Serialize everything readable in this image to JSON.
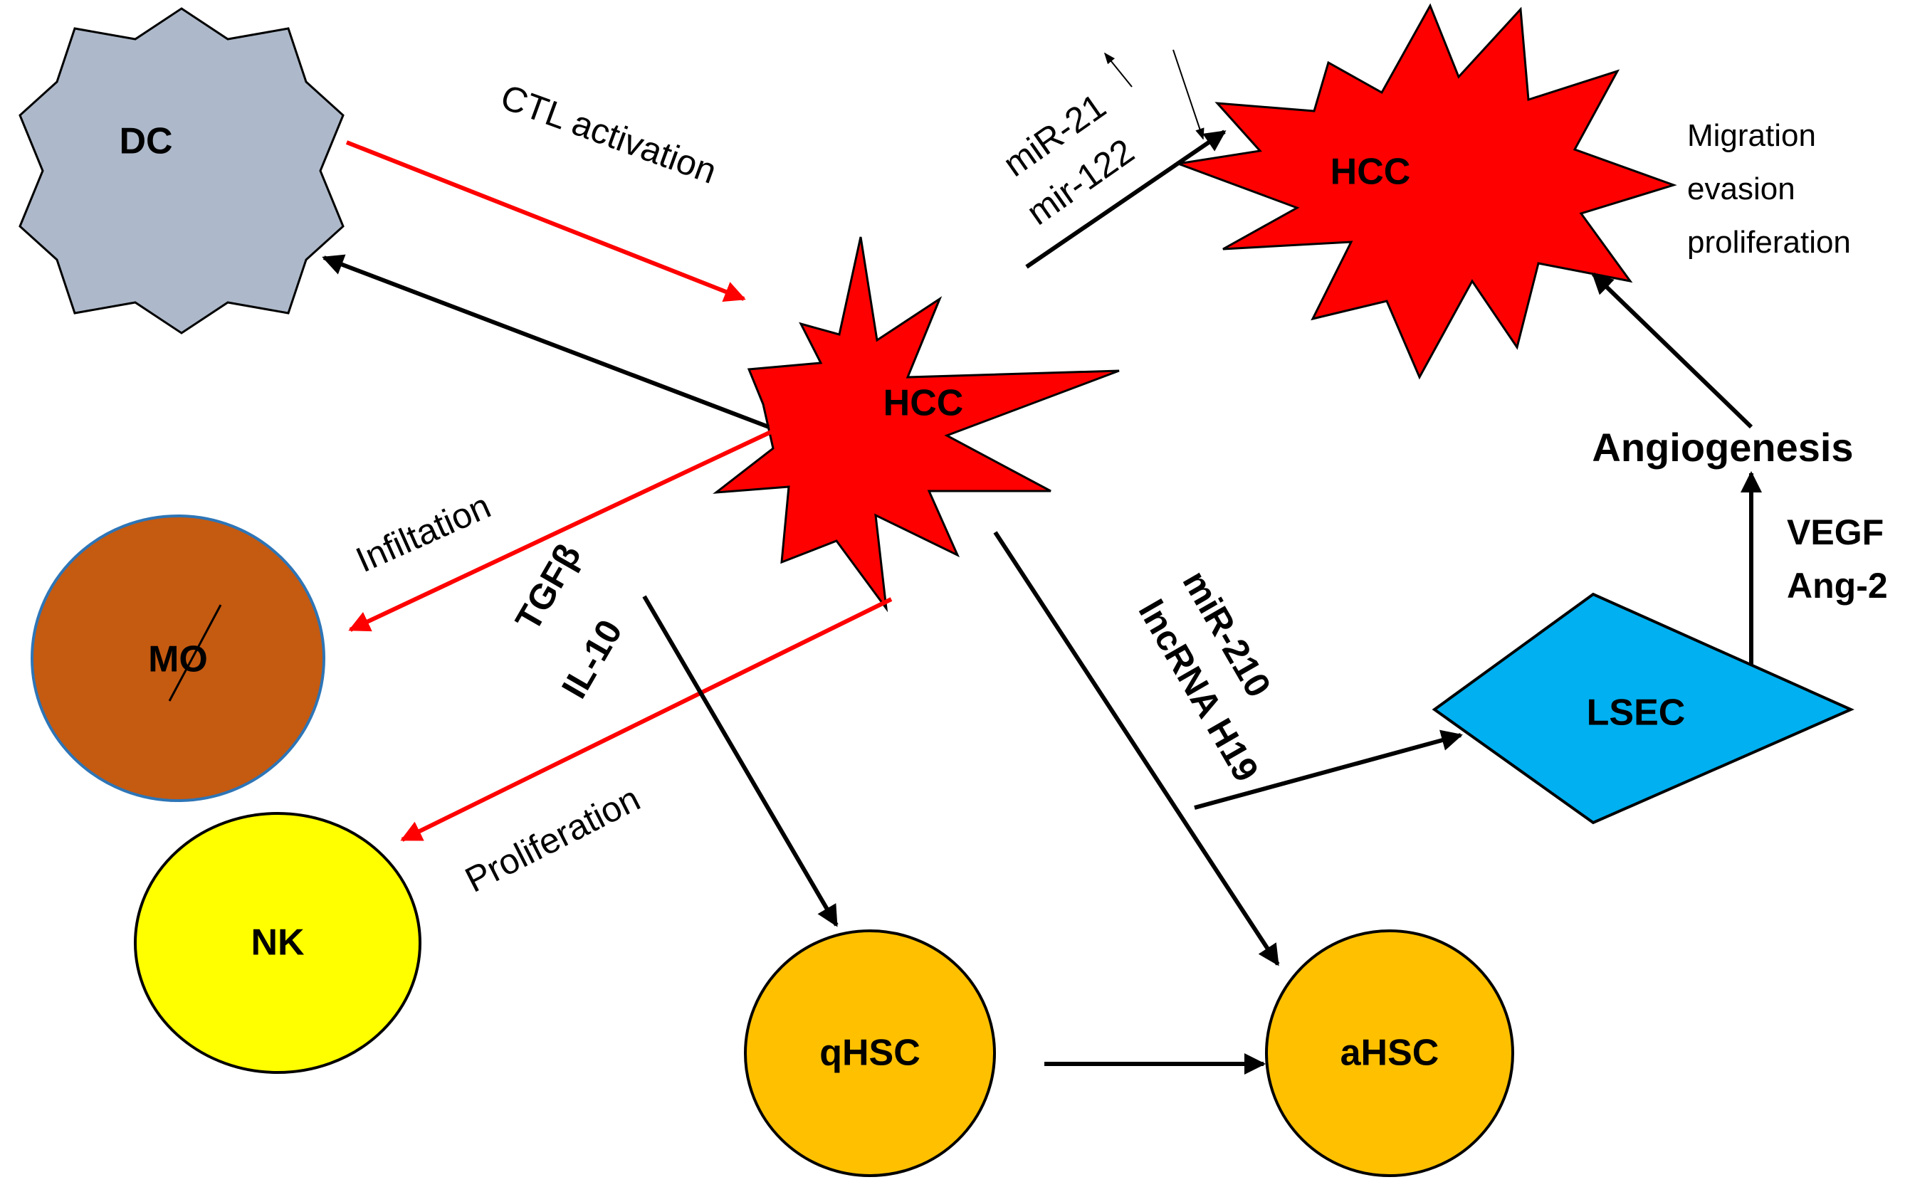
{
  "nodes": {
    "dc": "DC",
    "hcc_center": "HCC",
    "hcc_top": "HCC",
    "macrophage": "MO",
    "nk": "NK",
    "qhsc": "qHSC",
    "ahsc": "aHSC",
    "lsec": "LSEC"
  },
  "labels": {
    "ctl_activation": "CTL activation",
    "infiltration": "Infiltation",
    "proliferation": "Proliferation",
    "tgfb": "TGFβ",
    "il10": "IL-10",
    "mir21": "miR-21",
    "mir122": "mir-122",
    "mir210": "miR-210",
    "lncrna": "lncRNA H19",
    "angiogenesis": "Angiogenesis",
    "vegf": "VEGF",
    "ang2": "Ang-2",
    "migration": "Migration",
    "evasion": "evasion",
    "prolif_top": "proliferation"
  },
  "colors": {
    "dc_fill": "#adb9ca",
    "hcc_fill": "#ff0000",
    "macrophage_fill": "#c55a11",
    "macrophage_stroke": "#2e75b6",
    "nk_fill": "#ffff00",
    "hsc_fill": "#ffc000",
    "lsec_fill": "#00b0f0",
    "red_arrow": "#ff0000",
    "black_arrow": "#000000"
  }
}
